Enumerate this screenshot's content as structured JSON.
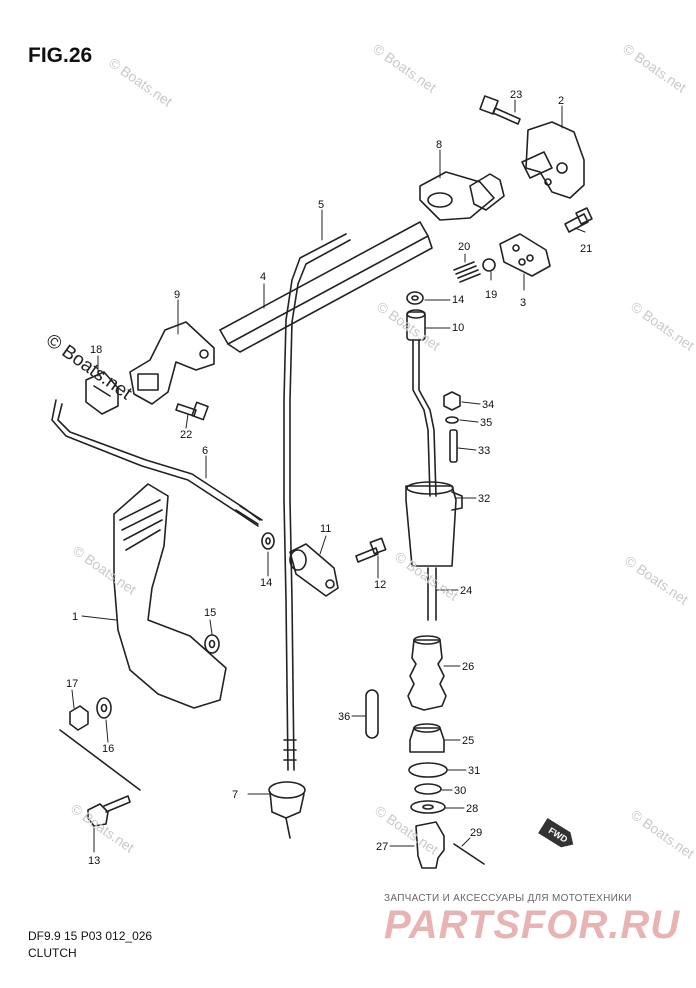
{
  "figure": {
    "title": "FIG.26",
    "model_code": "DF9.9 15 P03 012_026",
    "section_name": "CLUTCH"
  },
  "watermarks": {
    "small": "© Boats.net",
    "large": "© Boats.net"
  },
  "branding": {
    "tagline": "ЗАПЧАСТИ И АКСЕССУАРЫ ДЛЯ МОТОТЕХНИКИ",
    "logo": "PARTSFOR.RU"
  },
  "fwd_badge": "FWD",
  "colors": {
    "line": "#222222",
    "watermark": "#c9c9c9",
    "brand": "#e8b3b3"
  },
  "callouts": [
    {
      "label": "23"
    },
    {
      "label": "2"
    },
    {
      "label": "8"
    },
    {
      "label": "5"
    },
    {
      "label": "21"
    },
    {
      "label": "20"
    },
    {
      "label": "19"
    },
    {
      "label": "3"
    },
    {
      "label": "4"
    },
    {
      "label": "14"
    },
    {
      "label": "10"
    },
    {
      "label": "9"
    },
    {
      "label": "18"
    },
    {
      "label": "34"
    },
    {
      "label": "35"
    },
    {
      "label": "33"
    },
    {
      "label": "22"
    },
    {
      "label": "6"
    },
    {
      "label": "32"
    },
    {
      "label": "11"
    },
    {
      "label": "14"
    },
    {
      "label": "12"
    },
    {
      "label": "24"
    },
    {
      "label": "1"
    },
    {
      "label": "15"
    },
    {
      "label": "26"
    },
    {
      "label": "17"
    },
    {
      "label": "16"
    },
    {
      "label": "36"
    },
    {
      "label": "25"
    },
    {
      "label": "31"
    },
    {
      "label": "7"
    },
    {
      "label": "30"
    },
    {
      "label": "28"
    },
    {
      "label": "13"
    },
    {
      "label": "27"
    },
    {
      "label": "29"
    }
  ]
}
